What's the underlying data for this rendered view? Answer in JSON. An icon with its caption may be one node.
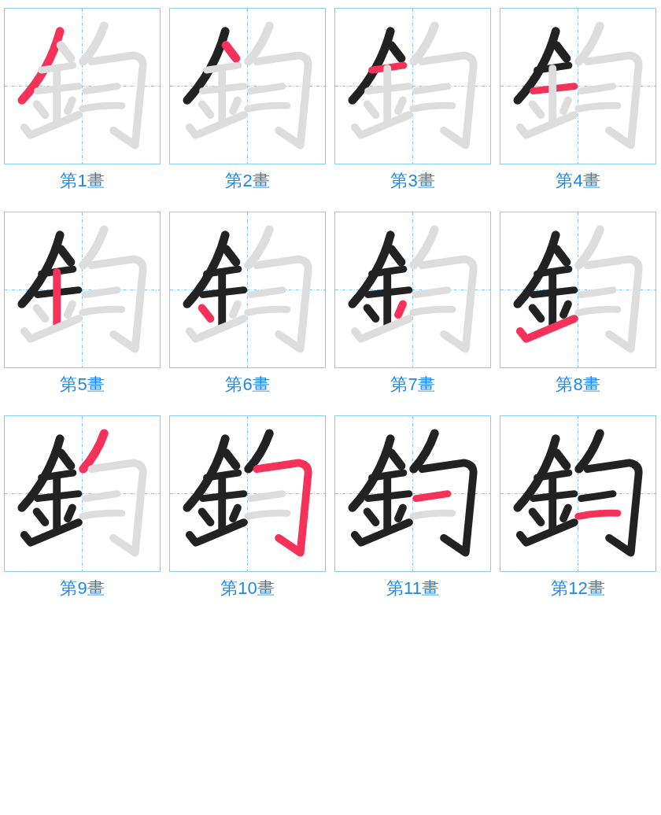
{
  "diagram": {
    "nodes": [
      {
        "text": [],
        "shape": "picture",
        "beside": [
          "第1畫"
        ]
      },
      {
        "text": [],
        "shape": "picture",
        "beside": [
          "第2畫"
        ]
      },
      {
        "text": [],
        "shape": "picture",
        "beside": [
          "第3畫"
        ]
      },
      {
        "text": [],
        "shape": "picture",
        "beside": [
          "第4畫"
        ]
      },
      {
        "text": [],
        "shape": "picture",
        "beside": [
          "第5畫"
        ]
      },
      {
        "text": [],
        "shape": "picture",
        "beside": [
          "第6畫"
        ]
      },
      {
        "text": [],
        "shape": "picture",
        "beside": [
          "第7畫"
        ]
      },
      {
        "text": [],
        "shape": "picture",
        "beside": [
          "第8畫"
        ]
      },
      {
        "text": [],
        "shape": "picture",
        "beside": [
          "第9畫"
        ]
      },
      {
        "text": [],
        "shape": "picture",
        "beside": [
          "第10畫"
        ]
      },
      {
        "text": [],
        "shape": "picture",
        "beside": [
          "第11畫"
        ]
      },
      {
        "text": [],
        "shape": "picture",
        "beside": [
          "第12畫"
        ]
      }
    ]
  }
}
